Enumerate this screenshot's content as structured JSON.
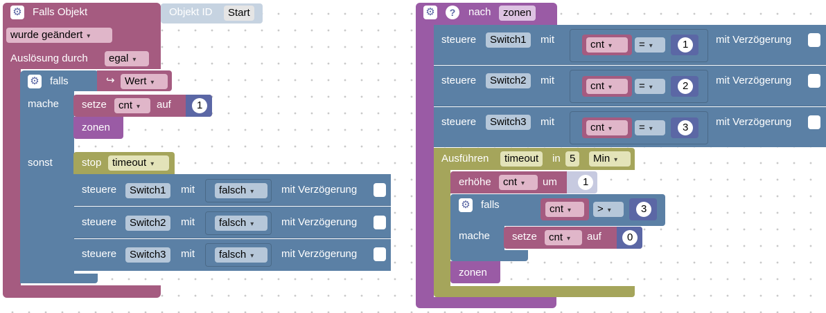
{
  "left_program": {
    "trigger": {
      "title": "Falls Objekt",
      "object_id_label": "Objekt ID",
      "object_id_value": "Start",
      "condition": "wurde geändert",
      "triggered_by_label": "Auslösung durch",
      "triggered_by_value": "egal"
    },
    "if_block": {
      "falls_label": "falls",
      "wert_value": "Wert",
      "mache_label": "mache",
      "set_label": "setze",
      "set_var": "cnt",
      "set_auf": "auf",
      "set_value": "1",
      "zonen_call": "zonen",
      "sonst_label": "sonst",
      "stop_label": "stop",
      "stop_value": "timeout"
    },
    "controls": [
      {
        "label": "steuere",
        "switch": "Switch1",
        "mit": "mit",
        "value": "falsch",
        "delay": "mit Verzögerung"
      },
      {
        "label": "steuere",
        "switch": "Switch2",
        "mit": "mit",
        "value": "falsch",
        "delay": "mit Verzögerung"
      },
      {
        "label": "steuere",
        "switch": "Switch3",
        "mit": "mit",
        "value": "falsch",
        "delay": "mit Verzögerung"
      }
    ]
  },
  "right_program": {
    "function": {
      "label": "nach",
      "name": "zonen"
    },
    "controls": [
      {
        "label": "steuere",
        "switch": "Switch1",
        "mit": "mit",
        "var": "cnt",
        "op": "=",
        "value": "1",
        "delay": "mit Verzögerung"
      },
      {
        "label": "steuere",
        "switch": "Switch2",
        "mit": "mit",
        "var": "cnt",
        "op": "=",
        "value": "2",
        "delay": "mit Verzögerung"
      },
      {
        "label": "steuere",
        "switch": "Switch3",
        "mit": "mit",
        "var": "cnt",
        "op": "=",
        "value": "3",
        "delay": "mit Verzögerung"
      }
    ],
    "timeout": {
      "label": "Ausführen",
      "name": "timeout",
      "in_label": "in",
      "amount": "5",
      "unit": "Min",
      "increase_label": "erhöhe",
      "increase_var": "cnt",
      "um_label": "um",
      "increase_value": "1",
      "falls_label": "falls",
      "cond_var": "cnt",
      "cond_op": ">",
      "cond_value": "3",
      "mache_label": "mache",
      "set_label": "setze",
      "set_var": "cnt",
      "set_auf": "auf",
      "set_value": "0",
      "zonen_call": "zonen"
    }
  },
  "colors": {
    "event": "#a55b80",
    "device": "#5b80a5",
    "procedure": "#9a5ba5",
    "timer": "#a5a55b",
    "math": "#5b67a5"
  },
  "icons": [
    "gear-icon",
    "help-icon",
    "arrow-hook-icon"
  ]
}
